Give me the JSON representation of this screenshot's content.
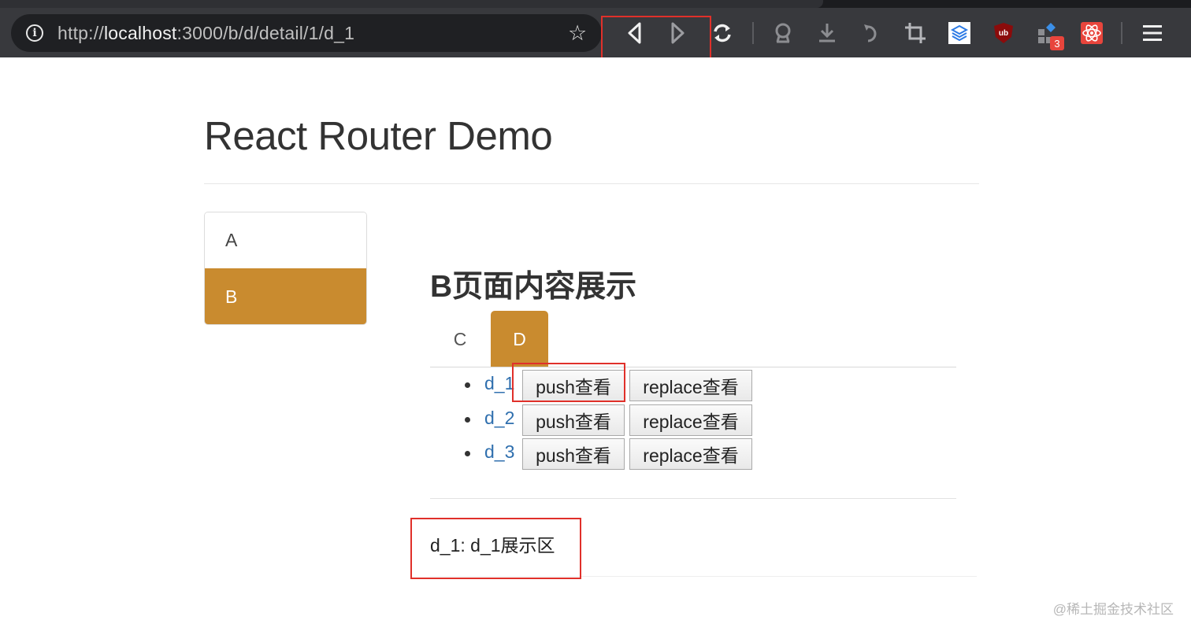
{
  "browser": {
    "url_prefix": "http://",
    "url_host": "localhost",
    "url_rest": ":3000/b/d/detail/1/d_1",
    "extension_badge": "3"
  },
  "page": {
    "title": "React Router Demo",
    "nav": [
      {
        "label": "A",
        "active": false
      },
      {
        "label": "B",
        "active": true
      }
    ],
    "section_title": "B页面内容展示",
    "tabs": [
      {
        "label": "C",
        "active": false
      },
      {
        "label": "D",
        "active": true
      }
    ],
    "items": [
      {
        "link": "d_1",
        "push_label": "push查看",
        "replace_label": "replace查看"
      },
      {
        "link": "d_2",
        "push_label": "push查看",
        "replace_label": "replace查看"
      },
      {
        "link": "d_3",
        "push_label": "push查看",
        "replace_label": "replace查看"
      }
    ],
    "display_text": "d_1: d_1展示区"
  },
  "watermark": "@稀土掘金技术社区",
  "colors": {
    "accent": "#c98b2f",
    "link": "#2f6fae",
    "highlight_box": "#e0302a"
  },
  "icons": [
    "info-icon",
    "star-icon",
    "back-icon",
    "forward-icon",
    "reload-icon",
    "pocket-icon",
    "download-icon",
    "undo-icon",
    "crop-icon",
    "extension-icon",
    "ublock-icon",
    "react-devtools-icon",
    "menu-icon"
  ]
}
